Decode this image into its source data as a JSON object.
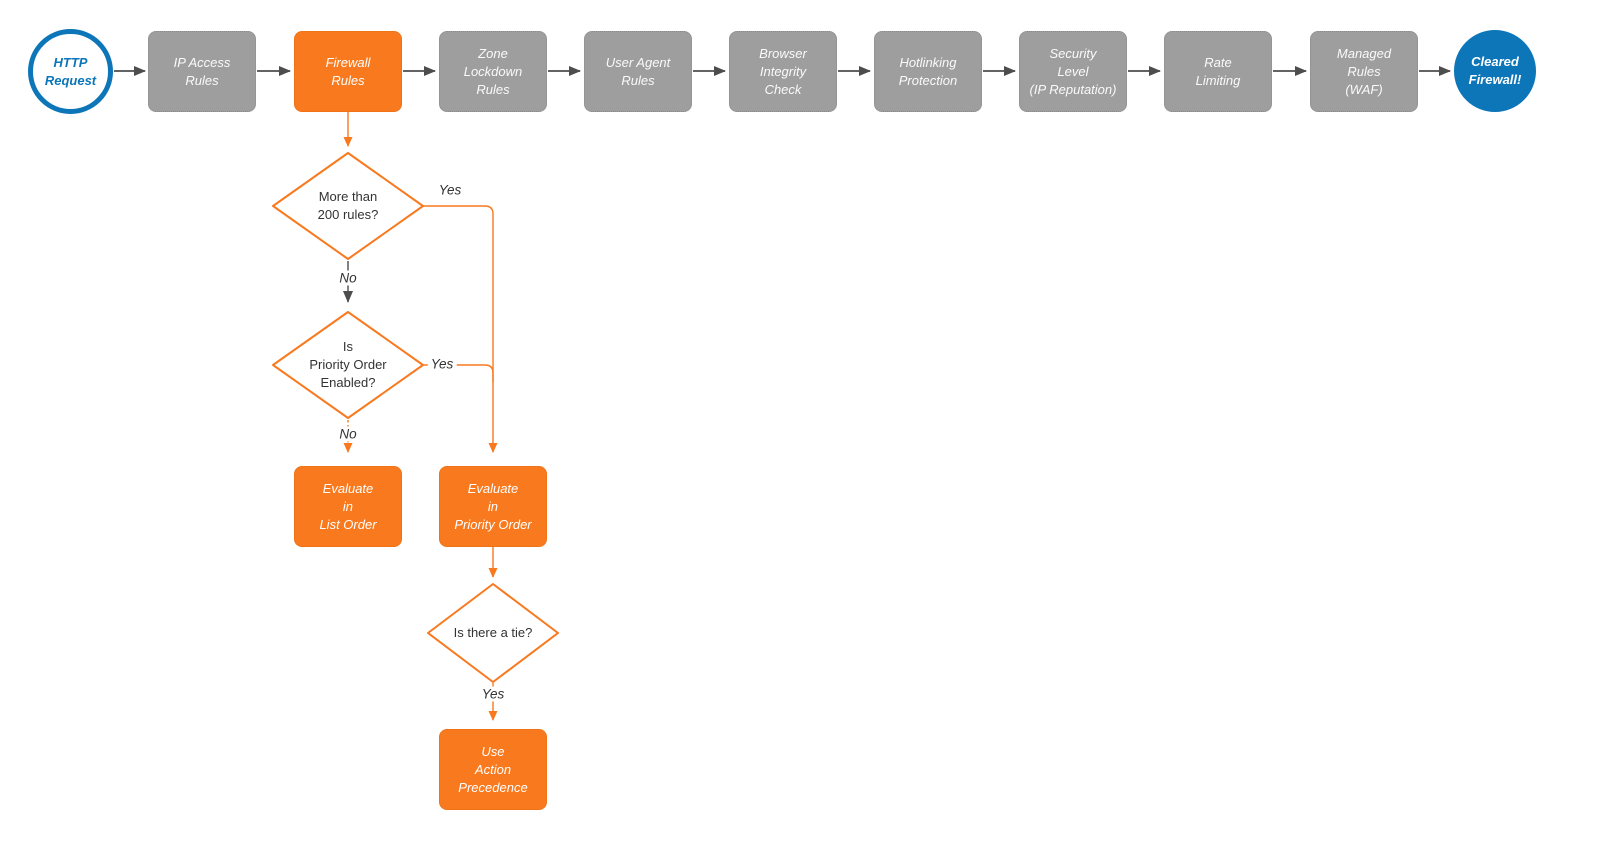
{
  "diagram": {
    "title_hint": "HTTP request firewall evaluation flowchart",
    "colors": {
      "accent_orange": "#f8791e",
      "process_gray": "#9e9e9e",
      "brand_blue": "#0d76b8",
      "connector_gray": "#4d4d4d",
      "label_text": "#333333",
      "node_text": "#ffffff",
      "background": "#ffffff"
    },
    "start": {
      "label": "HTTP\nRequest"
    },
    "end": {
      "label": "Cleared\nFirewall!"
    },
    "pipeline": [
      {
        "label": "IP Access\nRules"
      },
      {
        "label": "Firewall\nRules"
      },
      {
        "label": "Zone\nLockdown\nRules"
      },
      {
        "label": "User Agent\nRules"
      },
      {
        "label": "Browser\nIntegrity\nCheck"
      },
      {
        "label": "Hotlinking\nProtection"
      },
      {
        "label": "Security\nLevel\n(IP Reputation)"
      },
      {
        "label": "Rate\nLimiting"
      },
      {
        "label": "Managed\nRules\n(WAF)"
      }
    ],
    "decisions": [
      {
        "label": "More than\n200 rules?"
      },
      {
        "label": "Is\nPriority Order\nEnabled?"
      },
      {
        "label": "Is there a tie?"
      }
    ],
    "actions": [
      {
        "label": "Evaluate\nin\nList Order"
      },
      {
        "label": "Evaluate\nin\nPriority Order"
      },
      {
        "label": "Use\nAction\nPrecedence"
      }
    ],
    "edge_labels": {
      "yes1": "Yes",
      "no1": "No",
      "yes2": "Yes",
      "no2": "No",
      "yes3": "Yes"
    }
  }
}
